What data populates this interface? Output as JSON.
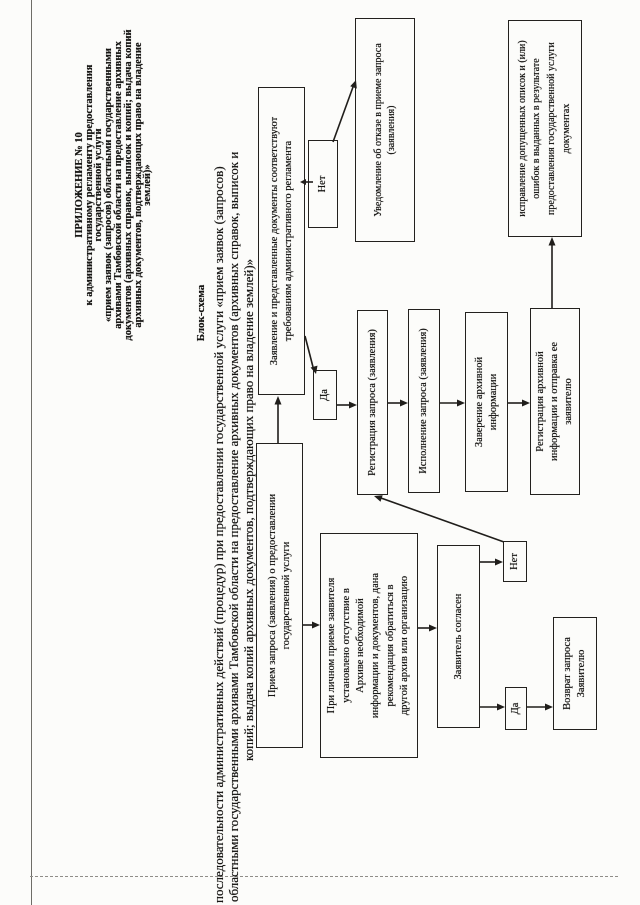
{
  "document": {
    "header_lines": "ПРИЛОЖЕНИЕ № 10\nк административному регламенту предоставления\nгосударственной услуги\n«прием заявок (запросов) областными государственными\nархивами Тамбовской области на предоставление архивных\nдокументов (архивных справок, выписок и копий; выдача копий\nархивных документов, подтверждающих право на владение\nземлей)»",
    "schema": {
      "caption": "Блок-схема",
      "subtitle_line1": "последовательности административных действий (процедур) при предоставлении государственной услуги «прием заявок (запросов)",
      "subtitle_line2": "областными государственными архивами Тамбовской области на предоставление архивных документов (архивных справок, выписок и",
      "subtitle_line3": "копий; выдача копий архивных документов, подтверждающих право на владение землей)»"
    },
    "boxes": {
      "priem_zaprosa": "Прием запроса (заявления) о предоставлении\nгосударственной услуги",
      "lichny_priem": "При личном приеме заявителя\nустановлено отсутствие в\nАрхиве необходимой\nинформации и документов, дана\nрекомендация обратиться в\nдругой архив или организацию",
      "zayavitel_soglasen": "Заявитель согласен",
      "net_soglasen": "Нет",
      "da_soglasen": "Да",
      "vozvrat": "Возврат запроса\nЗаявителю",
      "registracia_zaprosa": "Регистрация запроса (заявления)",
      "ispolnenie": "Исполнение запроса (заявления)",
      "zaverenie": "Заверение архивной\nинформации",
      "registracia_archivnoy": "Регистрация архивной\nинформации и отправка ее\nзаявителю",
      "zayavlenie_sootvetstvuet": "Заявление и представленные документы соответствуют\nтребованиям административного регламента",
      "net_sootvetstvuet": "Нет",
      "da_sootvetstvuet": "Да",
      "uvedomlenie": "Уведомление об отказе в приеме запроса\n(заявления)",
      "ispravlenie": "исправление допущенных описок и (или)\nошибок в выданных в результате\nпредоставления государственной услуги\nдокументах"
    }
  }
}
